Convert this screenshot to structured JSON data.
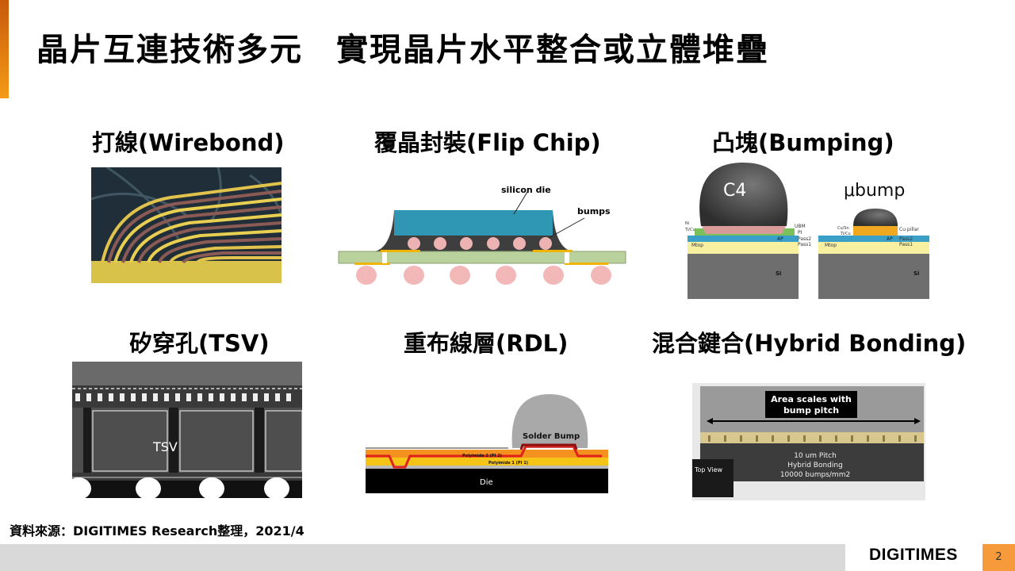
{
  "slide": {
    "title": "晶片互連技術多元　實現晶片水平整合或立體堆疊",
    "accent_color": "#f08a14",
    "page_number": "2"
  },
  "figures": [
    {
      "id": "wirebond",
      "caption": "打線(Wirebond)"
    },
    {
      "id": "flipchip",
      "caption": "覆晶封裝(Flip Chip)",
      "labels": {
        "die": "silicon die",
        "bumps": "bumps"
      }
    },
    {
      "id": "bumping",
      "caption": "凸塊(Bumping)",
      "labels": {
        "c4": "C4",
        "ubump": "μbump",
        "ubm": "UBM",
        "pi": "PI",
        "ap": "AP",
        "pass2": "Pass2",
        "pass1": "Pass1",
        "mtop": "Mtop",
        "si": "Si",
        "cu_pillar": "Cu pillar",
        "ni": "Ni",
        "ticu": "Ti/Cu",
        "cusn": "Cu/Sn"
      }
    },
    {
      "id": "tsv",
      "caption": "矽穿孔(TSV)",
      "labels": {
        "tsv": "TSV"
      }
    },
    {
      "id": "rdl",
      "caption": "重布線層(RDL)",
      "labels": {
        "bump": "Solder Bump",
        "pi2": "Polyimide 2 (PI 2)",
        "pi1": "Polyimide 1 (PI 1)",
        "die": "Die"
      }
    },
    {
      "id": "hybrid",
      "caption": "混合鍵合(Hybrid Bonding)",
      "labels": {
        "area1": "Area scales with",
        "area2": "bump pitch",
        "topview": "Top View",
        "l1": "10 um Pitch",
        "l2": "Hybrid Bonding",
        "l3": "10000 bumps/mm2"
      }
    }
  ],
  "footer": {
    "source": "資料來源：DIGITIMES Research整理，2021/4",
    "logo": "DIGITIMES"
  }
}
